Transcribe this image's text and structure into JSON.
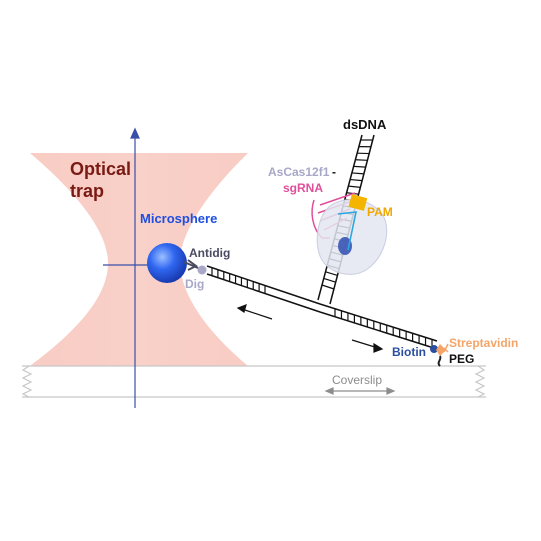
{
  "labels": {
    "optical_trap_line1": "Optical",
    "optical_trap_line2": "trap",
    "microsphere": "Microsphere",
    "antidig": "Antidig",
    "dig": "Dig",
    "dsdna": "dsDNA",
    "ascas12f1": "AsCas12f1",
    "ascas12f1_dash": "-",
    "sgrna": "sgRNA",
    "pam": "PAM",
    "biotin": "Biotin",
    "streptavidin": "Streptavidin",
    "peg": "PEG",
    "coverslip": "Coverslip"
  },
  "colors": {
    "trap": "#f6c3ba",
    "trap_title": "#7a1a14",
    "microsphere": "#2f66f0",
    "antidig": "#4a4a60",
    "dig": "#a8a8c8",
    "dna": "#111111",
    "ascas12f1": "#a7a7c8",
    "sgrna": "#e04f9a",
    "pam": "#f0a800",
    "biotin": "#2b4fa0",
    "streptavidin": "#f3a56a",
    "coverslip": "#8d8d8d",
    "protein": "#e3e6f0",
    "axis": "#3a4fa8"
  }
}
